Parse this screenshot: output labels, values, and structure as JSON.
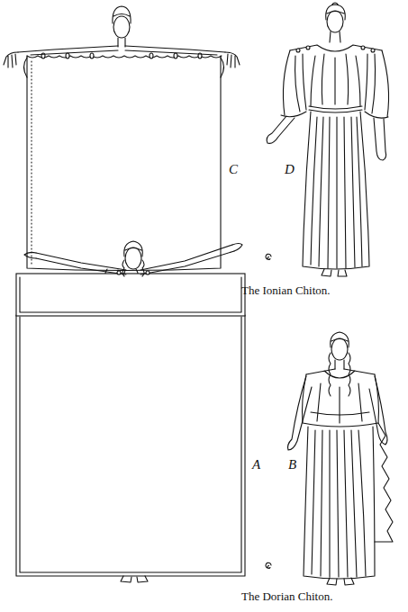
{
  "diagram": {
    "labels": [
      "C",
      "D",
      "The Ionian Chiton.",
      "A",
      "B",
      "The Dorian Chiton."
    ]
  }
}
